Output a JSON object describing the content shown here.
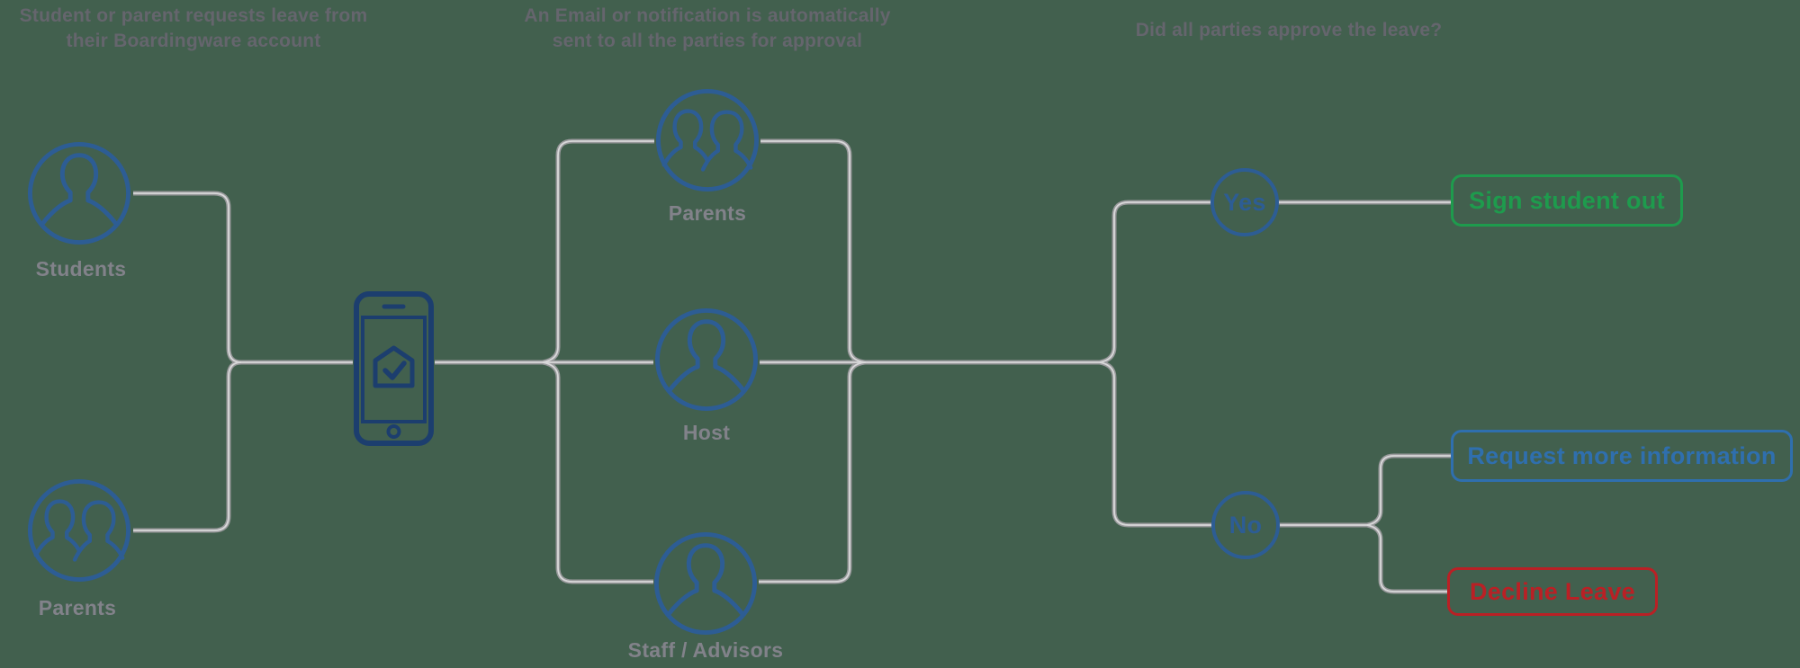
{
  "headers": {
    "step1": {
      "line1": "Student or parent requests leave from",
      "line2": "their Boardingware account"
    },
    "step2": {
      "line1": "An Email or notification is automatically",
      "line2": "sent to all the parties for approval"
    },
    "step3": "Did all parties approve the leave?"
  },
  "nodes": {
    "students": {
      "label": "Students",
      "icon": "single-person-icon"
    },
    "parentsLeft": {
      "label": "Parents",
      "icon": "two-person-icon"
    },
    "phone": {
      "icon": "boardingware-app-phone-icon"
    },
    "parentsMid": {
      "label": "Parents",
      "icon": "two-person-icon"
    },
    "host": {
      "label": "Host",
      "icon": "single-person-icon"
    },
    "staff": {
      "label": "Staff / Advisors",
      "icon": "single-person-icon"
    },
    "yes": {
      "label": "Yes"
    },
    "no": {
      "label": "No"
    }
  },
  "actions": {
    "signOut": {
      "label": "Sign student out",
      "color": "#1e9b4d"
    },
    "requestInfo": {
      "label": "Request more information",
      "color": "#2f6fae"
    },
    "decline": {
      "label": "Decline Leave",
      "color": "#ba2025"
    }
  },
  "colors": {
    "background": "#42604E",
    "connector": "#98999b",
    "icon_blue": "#2d5d94",
    "phone_navy": "#1c3e6e",
    "heading_text": "#65656d",
    "label_text": "#82828a"
  }
}
